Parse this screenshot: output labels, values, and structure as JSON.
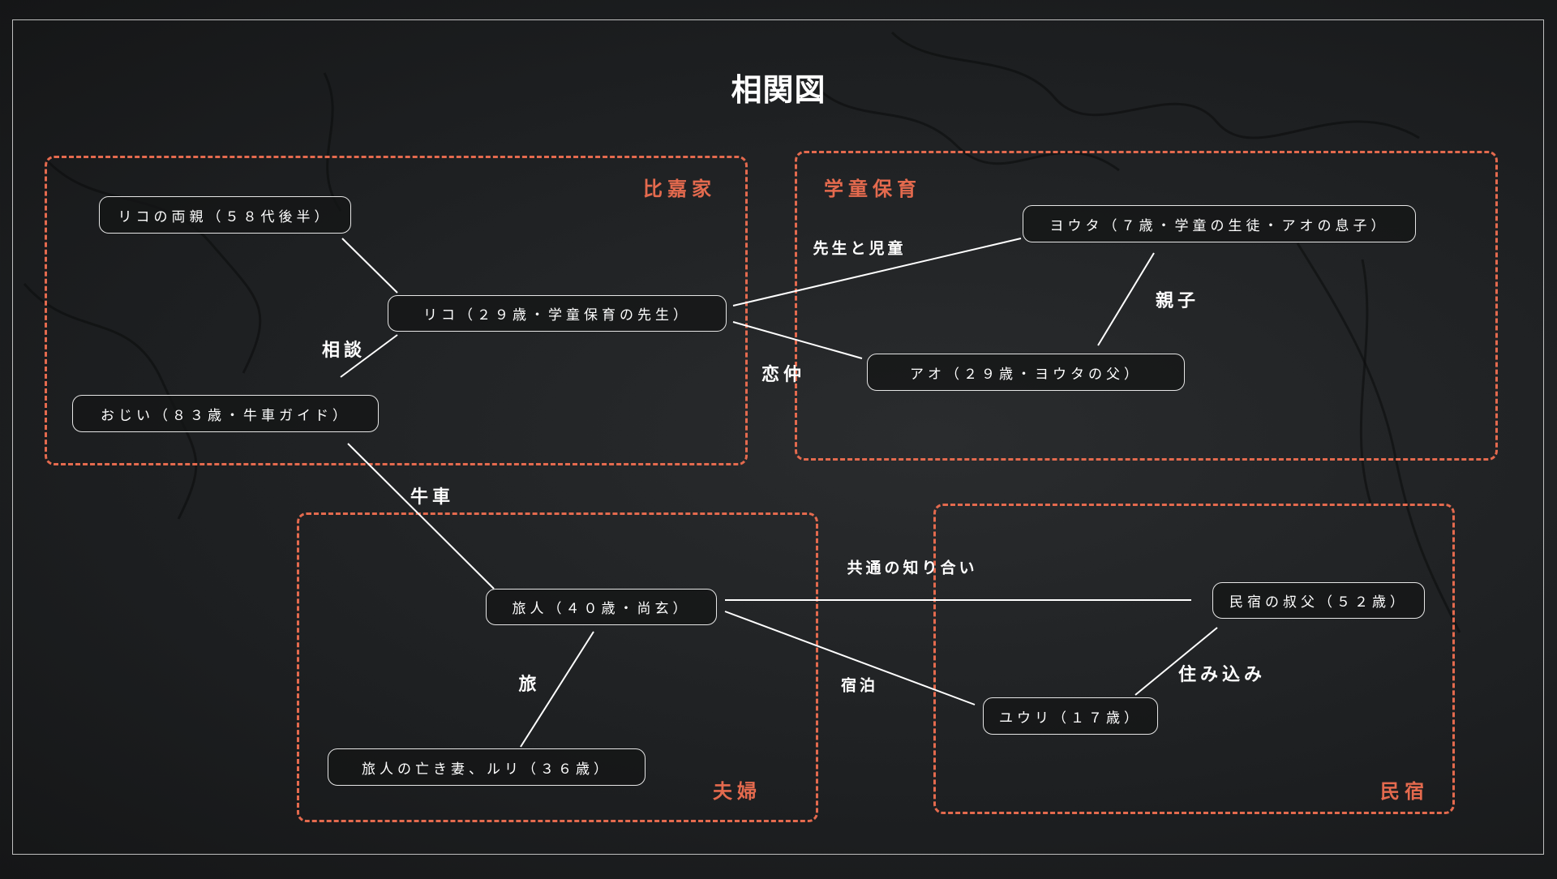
{
  "title": "相関図",
  "groups": {
    "higa": "比嘉家",
    "gakudou": "学童保育",
    "fuufu": "夫婦",
    "minshuku": "民宿"
  },
  "nodes": {
    "parents": "リコの両親（５８代後半）",
    "riko": "リコ（２９歳・学童保育の先生）",
    "ojii": "おじい（８３歳・牛車ガイド）",
    "youta": "ヨウタ（７歳・学童の生徒・アオの息子）",
    "ao": "アオ（２９歳・ヨウタの父）",
    "tabibito": "旅人（４０歳・尚玄）",
    "ruri": "旅人の亡き妻、ルリ（３６歳）",
    "uncle": "民宿の叔父（５２歳）",
    "yuuri": "ユウリ（１７歳）"
  },
  "relations": {
    "soudan": "相談",
    "sensei_jidou": "先生と児童",
    "koinaka": "恋仲",
    "oyako": "親子",
    "gissha": "牛車",
    "kyoutsuu": "共通の知り合い",
    "tabi": "旅",
    "shukuhaku": "宿泊",
    "sumikomi": "住み込み"
  },
  "colors": {
    "accent": "#e46a4e",
    "background": "#1e2022",
    "line": "#ffffff"
  }
}
